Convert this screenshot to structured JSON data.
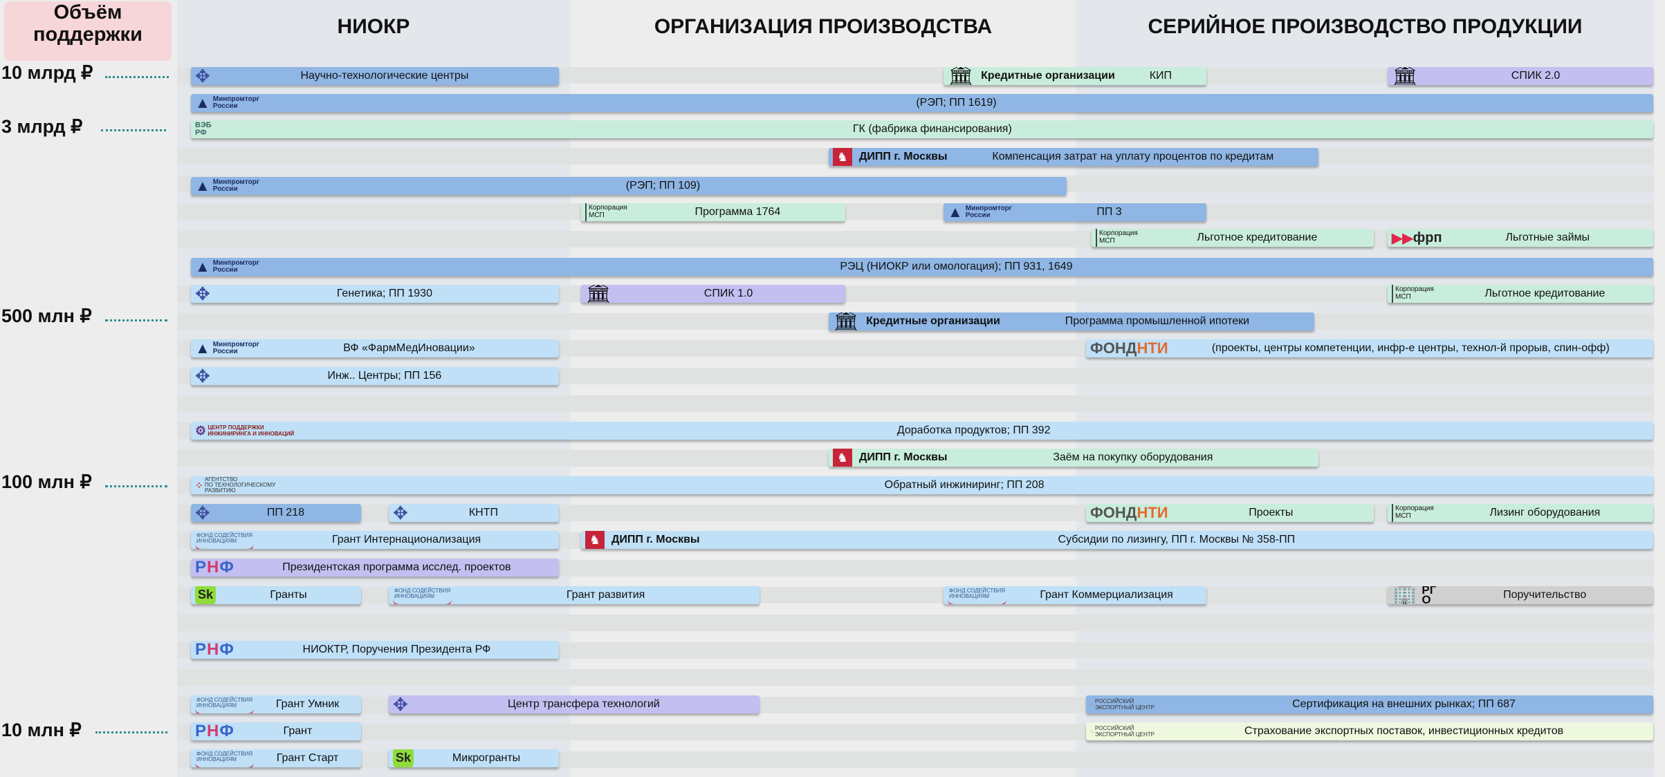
{
  "header": {
    "volume_title": "Объём поддержки",
    "columns": [
      "НИОКР",
      "ОРГАНИЗАЦИЯ ПРОИЗВОДСТВА",
      "СЕРИЙНОЕ ПРОИЗВОДСТВО ПРОДУКЦИИ"
    ]
  },
  "levels": [
    "10 млрд ₽",
    "3 млрд ₽",
    "500 млн ₽",
    "100 млн ₽",
    "10 млн ₽"
  ],
  "logos": {
    "minprom_line1": "Минпромторг",
    "minprom_line2": "России",
    "veb_line1": "ВЭБ",
    "veb_line2": "РФ",
    "corp_line1": "Корпорация",
    "corp_line2": "МСП",
    "fnti_a": "ФОНД ",
    "fnti_b": "НТИ",
    "frp": "фрп",
    "rnf_r": "Р",
    "rnf_n": "Н",
    "rnf_f": "Ф",
    "sk": "Sk",
    "fund_line1": "ФОНД СОДЕЙСТВИЯ",
    "fund_line2": "ИННОВАЦИЯМ",
    "agency_line1": "АГЕНТСТВО",
    "agency_line2": "ПО ТЕХНОЛОГИЧЕСКОМУ",
    "agency_line3": "РАЗВИТИЮ",
    "cpi_line1": "ЦЕНТР ПОДДЕРЖКИ",
    "cpi_line2": "ИНЖИНИРИНГА И ИННОВАЦИЙ",
    "rec_line1": "РОССИЙСКИЙ",
    "rec_line2": "ЭКСПОРТНЫЙ ЦЕНТР",
    "rg_line1": "РГ",
    "rg_line2": "О"
  },
  "rows": [
    {
      "name": "ntc",
      "text": "Научно-технологические центры"
    },
    {
      "name": "kredit-kip-org",
      "text": "Кредитные организации"
    },
    {
      "name": "kip",
      "text": "КИП"
    },
    {
      "name": "spik2",
      "text": "СПИК 2.0"
    },
    {
      "name": "rep-1619",
      "text": "(РЭП; ПП 1619)"
    },
    {
      "name": "gk",
      "text": "ГК (фабрика финансирования)"
    },
    {
      "name": "dipp-comp-org",
      "text": "ДИПП г. Москвы"
    },
    {
      "name": "dipp-comp",
      "text": "Компенсация затрат на уплату процентов по кредитам"
    },
    {
      "name": "rep-109",
      "text": "(РЭП; ПП 109)"
    },
    {
      "name": "prog-1764",
      "text": "Программа 1764"
    },
    {
      "name": "pp3",
      "text": "ПП 3"
    },
    {
      "name": "lgot-kred",
      "text": "Льготное кредитование"
    },
    {
      "name": "lgot-zaim",
      "text": "Льготные займы"
    },
    {
      "name": "rec-931",
      "text": "РЭЦ (НИОКР или омологация); ПП 931, 1649"
    },
    {
      "name": "genetika",
      "text": "Генетика; ПП 1930"
    },
    {
      "name": "spik1",
      "text": "СПИК 1.0"
    },
    {
      "name": "lgot-kred-2",
      "text": "Льготное кредитование"
    },
    {
      "name": "ipoteka-org",
      "text": "Кредитные организации"
    },
    {
      "name": "ipoteka",
      "text": "Программа промышленной ипотеки"
    },
    {
      "name": "farmmed",
      "text": "ВФ «ФармМедИновации»"
    },
    {
      "name": "fnti-proj",
      "text": "(проекты, центры компетенции, инфр-е центры, технол-й прорыв, спин-офф)"
    },
    {
      "name": "inzh",
      "text": "Инж.. Центры; ПП 156"
    },
    {
      "name": "dorabotka",
      "text": "Доработка продуктов; ПП 392"
    },
    {
      "name": "dipp-zaem-org",
      "text": "ДИПП г. Москвы"
    },
    {
      "name": "dipp-zaem",
      "text": "Заём на покупку оборудования"
    },
    {
      "name": "obr-inzh",
      "text": "Обратный инжиниринг; ПП 208"
    },
    {
      "name": "pp218",
      "text": "ПП 218"
    },
    {
      "name": "kntp",
      "text": "КНТП"
    },
    {
      "name": "fnti-projects",
      "text": "Проекты"
    },
    {
      "name": "lizing",
      "text": "Лизинг оборудования"
    },
    {
      "name": "grant-intern",
      "text": "Грант Интернационализация"
    },
    {
      "name": "dipp-subs-org",
      "text": "ДИПП г. Москвы"
    },
    {
      "name": "dipp-subs",
      "text": "Субсидии по лизингу, ПП г. Москвы № 358-ПП"
    },
    {
      "name": "prez-prog",
      "text": "Президентская программа исслед. проектов"
    },
    {
      "name": "granty",
      "text": "Гранты"
    },
    {
      "name": "grant-razv",
      "text": "Грант развития"
    },
    {
      "name": "grant-komm",
      "text": "Грант Коммерциализация"
    },
    {
      "name": "poruch",
      "text": "Поручительство"
    },
    {
      "name": "nioktr",
      "text": "НИОКТР, Поручения Президента РФ"
    },
    {
      "name": "grant-umnik",
      "text": "Грант Умник"
    },
    {
      "name": "ctt",
      "text": "Центр трансфера технологий"
    },
    {
      "name": "sertif",
      "text": "Сертификация на внешних рынках; ПП 687"
    },
    {
      "name": "grant",
      "text": "Грант"
    },
    {
      "name": "strah",
      "text": "Страхование экспортных поставок, инвестиционных кредитов"
    },
    {
      "name": "grant-start",
      "text": "Грант Старт"
    },
    {
      "name": "mikro",
      "text": "Микрогранты"
    }
  ],
  "colors": {
    "blue": "#8fb6e4",
    "light_blue": "#bfe0f7",
    "mint": "#c9eddc",
    "lavender": "#c3bff0",
    "grey": "#d0d0d0",
    "light_yellow": "#edf8de",
    "header_pink": "#f7d6d9",
    "moscow_red": "#c7243a"
  }
}
